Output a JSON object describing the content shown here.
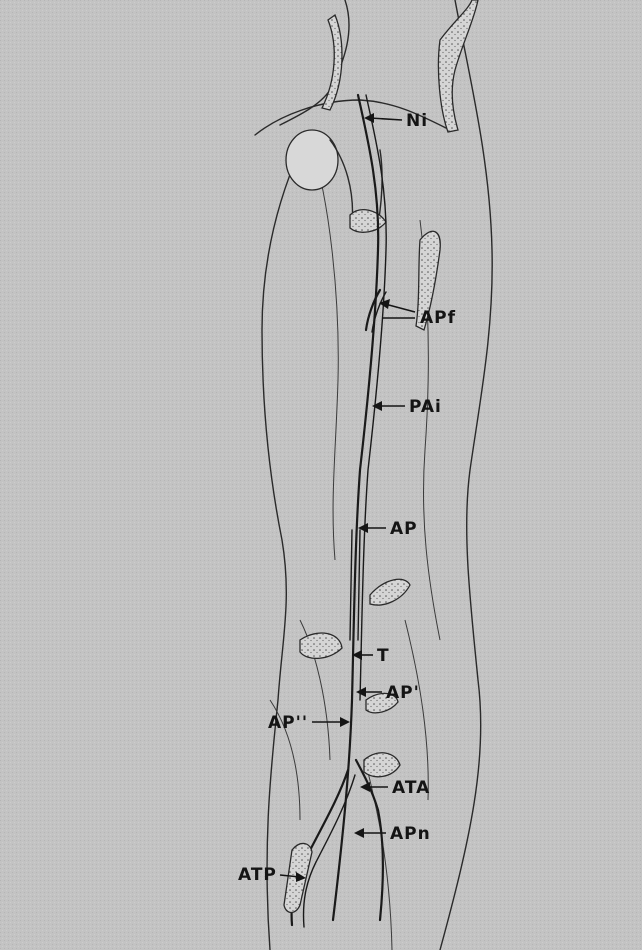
{
  "figure": {
    "labels": {
      "ni": "Ni",
      "apf": "APf",
      "pai": "PAi",
      "ap": "AP",
      "t": "T",
      "ap_prime": "AP'",
      "ap_double_prime": "AP''",
      "ata": "ATA",
      "apn": "APn",
      "atp": "ATP"
    }
  }
}
